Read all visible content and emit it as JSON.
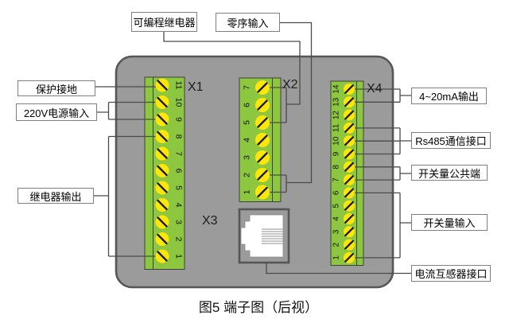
{
  "figure": {
    "caption": "图5 端子图（后视）"
  },
  "labels": {
    "protective_earth": "保护接地",
    "power_input": "220V电源输入",
    "relay_output": "继电器输出",
    "programmable_relay": "可编程继电器",
    "zero_sequence_input": "零序输入",
    "output_4_20ma": "4~20mA输出",
    "rs485": "Rs485通信接口",
    "switch_common": "开关量公共端",
    "switch_input": "开关量输入",
    "ct_interface": "电流互感器接口"
  },
  "connectors": {
    "x1": {
      "name": "X1",
      "terminals": [
        "11",
        "10",
        "9",
        "8",
        "7",
        "6",
        "5",
        "4",
        "3",
        "2",
        "1"
      ]
    },
    "x2": {
      "name": "X2",
      "terminals": [
        "7",
        "6",
        "5",
        "4",
        "3",
        "2",
        "1"
      ]
    },
    "x3": {
      "name": "X3",
      "type": "rj45-jack"
    },
    "x4": {
      "name": "X4",
      "terminals": [
        "14",
        "13",
        "12",
        "11",
        "10",
        "9",
        "8",
        "7",
        "6",
        "5",
        "4",
        "3",
        "2",
        "1"
      ]
    }
  },
  "colors": {
    "device_body": "#9b9b9b",
    "device_border": "#565656",
    "terminal_green": "#8dc63f",
    "screw_yellow": "#ffe60a",
    "wire": "#4b4b4b"
  }
}
